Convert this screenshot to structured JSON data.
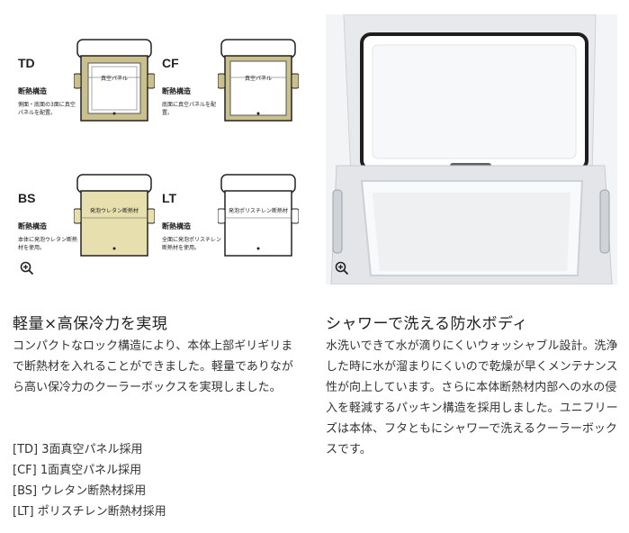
{
  "left": {
    "diagrams": [
      {
        "code": "TD",
        "struct_label": "断熱構造",
        "desc": "側面・底面の3面に真空パネルを配置。",
        "fill_label": "真空パネル",
        "fill_color": "#ffffff",
        "body_color": "#c9c08e"
      },
      {
        "code": "CF",
        "struct_label": "断熱構造",
        "desc": "底面に真空パネルを配置。",
        "fill_label": "真空パネル",
        "fill_color": "#ffffff",
        "body_color": "#c9c08e"
      },
      {
        "code": "BS",
        "struct_label": "断熱構造",
        "desc": "本体に発泡ウレタン断熱材を使用。",
        "fill_label": "発泡ウレタン断熱材",
        "fill_color": "#e8dfae",
        "body_color": "#c9c08e"
      },
      {
        "code": "LT",
        "struct_label": "断熱構造",
        "desc": "全面に発泡ポリスチレン断熱材を使用。",
        "fill_label": "発泡ポリスチレン断熱材",
        "fill_color": "#ffffff",
        "body_color": "#ffffff"
      }
    ],
    "heading": "軽量×高保冷力を実現",
    "body": "コンパクトなロック構造により、本体上部ギリギリまで断熱材を入れることができました。軽量でありながら高い保冷力のクーラーボックスを実現しました。",
    "specs": [
      "[TD] 3面真空パネル採用",
      "[CF] 1面真空パネル採用",
      "[BS] ウレタン断熱材採用",
      "[LT] ポリスチレン断熱材採用"
    ]
  },
  "right": {
    "heading": "シャワーで洗える防水ボディ",
    "body": "水洗いできて水が滴りにくいウォッシャブル設計。洗浄した時に水が溜まりにくいので乾燥が早くメンテナンス性が向上しています。さらに本体断熱材内部への水の侵入を軽減するパッキン構造を採用しました。ユニフリーズは本体、フタともにシャワーで洗えるクーラーボックスです。"
  },
  "icons": {
    "zoom_left": "zoom-in-icon",
    "zoom_right": "zoom-in-icon"
  }
}
